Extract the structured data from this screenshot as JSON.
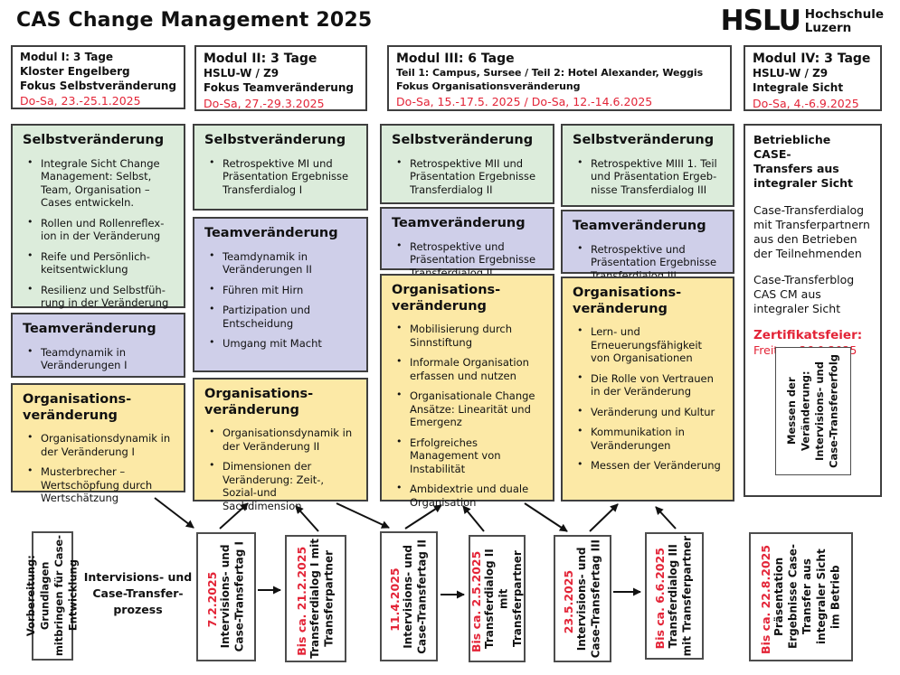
{
  "colors": {
    "red": "#e32437",
    "green": "#dcecdb",
    "purple": "#cfcfe9",
    "yellow": "#fce9a6",
    "border": "#3f3f3f"
  },
  "header": {
    "title": "CAS Change Management 2025",
    "logo_abbr": "HSLU",
    "logo_line1": "Hochschule",
    "logo_line2": "Luzern"
  },
  "modules": [
    {
      "title": "Modul I: 3 Tage",
      "lines": "Kloster Engelberg\nFokus Selbstveränderung",
      "date": "Do-Sa, 23.-25.1.2025"
    },
    {
      "title": "Modul II: 3 Tage",
      "lines": "HSLU-W / Z9\nFokus Teamveränderung",
      "date": "Do-Sa, 27.-29.3.2025"
    },
    {
      "title": "Modul III: 6 Tage",
      "lines": "Teil 1: Campus, Sursee / Teil 2: Hotel Alexander, Weggis\nFokus Organisationsveränderung",
      "date": "Do-Sa, 15.-17.5. 2025 / Do-Sa, 12.-14.6.2025"
    },
    {
      "title": "Modul IV: 3 Tage",
      "lines": "HSLU-W / Z9\nIntegrale Sicht",
      "date": "Do-Sa, 4.-6.9.2025"
    }
  ],
  "boxes": {
    "c1_selbst": {
      "title": "Selbstveränderung",
      "items": [
        "Integrale Sicht Change Management: Selbst, Team, Organisation – Cases entwickeln.",
        "Rollen und Rollenreflex-ion in der Veränderung",
        "Reife und Persönlich-keitsentwicklung",
        "Resilienz und Selbstfüh-rung in der Veränderung"
      ]
    },
    "c1_team": {
      "title": "Teamveränderung",
      "items": [
        "Teamdynamik in Veränderungen I"
      ]
    },
    "c1_org": {
      "title": "Organisations-\nveränderung",
      "items": [
        "Organisationsdynamik in der Veränderung I",
        "Musterbrecher – Wertschöpfung durch Wertschätzung"
      ]
    },
    "c2_selbst": {
      "title": "Selbstveränderung",
      "items": [
        "Retrospektive MI und Präsentation Ergebnisse Transferdialog I"
      ]
    },
    "c2_team": {
      "title": "Teamveränderung",
      "items": [
        "Teamdynamik in Veränderungen II",
        "Führen mit Hirn",
        "Partizipation und Entscheidung",
        "Umgang mit Macht"
      ]
    },
    "c2_org": {
      "title": "Organisations-\nveränderung",
      "items": [
        "Organisationsdynamik in der Veränderung II",
        "Dimensionen der Veränderung: Zeit-, Sozial-und Sachdimension"
      ]
    },
    "c3_selbst": {
      "title": "Selbstveränderung",
      "items": [
        "Retrospektive MII und Präsentation Ergebnisse Transferdialog II"
      ]
    },
    "c3_team": {
      "title": "Teamveränderung",
      "items": [
        "Retrospektive und Präsentation Ergebnisse Transferdialog II"
      ]
    },
    "c3_org": {
      "title": "Organisations-\nveränderung",
      "items": [
        "Mobilisierung durch Sinnstiftung",
        "Informale Organisation erfassen und nutzen",
        "Organisationale Change Ansätze: Linearität und Emergenz",
        "Erfolgreiches Management von Instabilität",
        "Ambidextrie und duale Organisation"
      ]
    },
    "c4_selbst": {
      "title": "Selbstveränderung",
      "items": [
        "Retrospektive MIII 1. Teil und Präsentation Ergeb-nisse Transferdialog III"
      ]
    },
    "c4_team": {
      "title": "Teamveränderung",
      "items": [
        "Retrospektive und Präsentation Ergebnisse Transferdialog III"
      ]
    },
    "c4_org": {
      "title": "Organisations-\nveränderung",
      "items": [
        "Lern- und Erneuerungsfähigkeit von Organisationen",
        "Die Rolle von Vertrauen in der Veränderung",
        "Veränderung und Kultur",
        "Kommunikation in Veränderungen",
        "Messen der Veränderung"
      ]
    }
  },
  "right_panel": {
    "title": "Betriebliche CASE-\nTransfers aus\nintegraler Sicht",
    "para1": "Case-Transferdialog\nmit Transferpartnern\naus den Betrieben\nder Teilnehmenden",
    "para2": "Case-Transferblog\nCAS CM aus\nintegraler Sicht",
    "cert_title": "Zertifikatsfeier:",
    "cert_date": "Freitag, 26.9.2025",
    "rotated_box": "Messen der\nVeränderung:\nIntervisions- und\nCase-Transfererfolg"
  },
  "bottom": {
    "prep": "Vorbereitung:\nGrundlagen\nmitbringen für Case-\nEntwicklung",
    "process_label": "Intervisions- und\nCase-Transfer-\nprozess",
    "milestones": [
      {
        "date": "7.2.2025",
        "label": "Intervisions- und\nCase-Transfertag I"
      },
      {
        "date": "Bis ca. 21.2.2025",
        "label": "Transferdialog I mit\nTransferpartner"
      },
      {
        "date": "11.4.2025",
        "label": "Intervisions- und\nCase-Transfertag II"
      },
      {
        "date": "Bis ca. 2.5.2025",
        "label": "Transferdialog II mit\nTransferpartner"
      },
      {
        "date": "23.5.2025",
        "label": "Intervisions- und\nCase-Transfertag III"
      },
      {
        "date": "Bis ca. 6.6.2025",
        "label": "Transferdialog III\nmit Transferpartner"
      },
      {
        "date": "Bis ca. 22.8.2025",
        "label": "Präsentation\nErgebnisse Case-\nTransfer aus\nintegraler Sicht\nim Betrieb"
      }
    ]
  }
}
